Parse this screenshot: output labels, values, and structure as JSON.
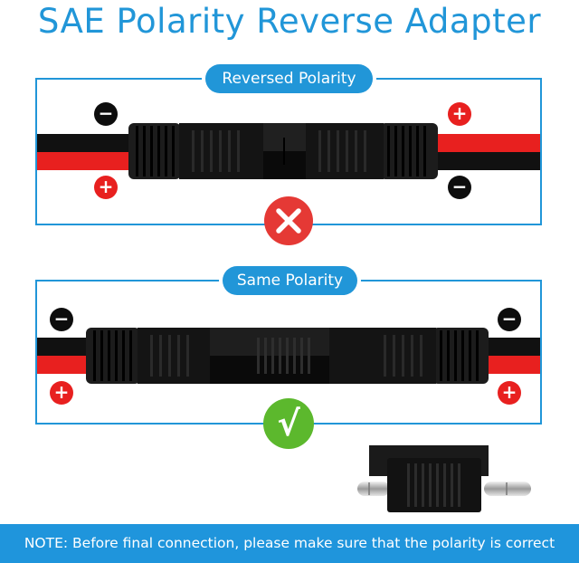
{
  "title": "SAE Polarity Reverse Adapter",
  "sections": [
    {
      "label": "Reversed Polarity",
      "status": "incorrect",
      "status_icon": "cross-icon"
    },
    {
      "label": "Same Polarity",
      "status": "correct",
      "status_icon": "checkmark-icon"
    }
  ],
  "polarity_symbols": {
    "negative": "−",
    "positive": "+"
  },
  "check_glyph": "√",
  "note": "NOTE: Before final connection, please make sure that the polarity is correct",
  "colors": {
    "accent": "#2196d8",
    "wire_red": "#e8201f",
    "wire_black": "#111111",
    "error": "#e53935",
    "success": "#5cb82d"
  }
}
